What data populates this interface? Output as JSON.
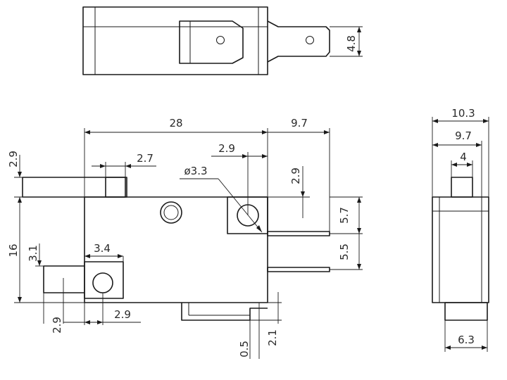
{
  "dimensions": {
    "top_terminal_width": "4.8",
    "body_length": "28",
    "terminal_extension": "9.7",
    "lever_offset_top": "2.9",
    "actuator_width": "2.7",
    "hole_offset": "2.9",
    "hole_diameter": "ø3.3",
    "hole_vertical_offset": "2.9",
    "terminal_spacing_upper": "5.7",
    "terminal_spacing_lower": "5.5",
    "body_height": "16",
    "lower_lug_height": "3.1",
    "lower_lug_width": "3.4",
    "lower_lug_bottom": "2.9",
    "lower_lug_offset": "2.9",
    "bottom_terminal_thickness": "0.5",
    "bottom_terminal_drop": "2.1",
    "side_total_width": "10.3",
    "side_body_width": "9.7",
    "side_plunger_width": "4",
    "side_base_width": "6.3"
  }
}
